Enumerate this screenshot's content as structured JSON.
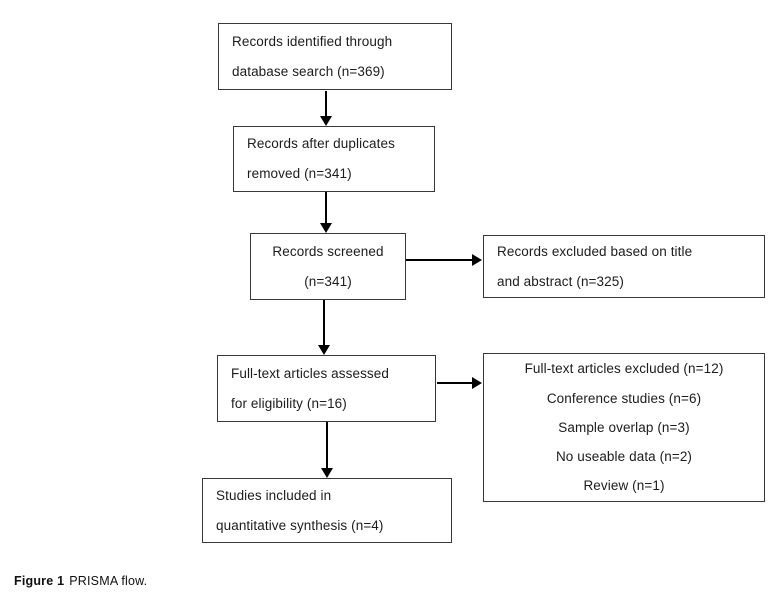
{
  "diagram": {
    "boxes": {
      "identified": {
        "lines": [
          "Records identified through",
          "database search (n=369)"
        ]
      },
      "duplicates": {
        "lines": [
          "Records after duplicates",
          "removed (n=341)"
        ]
      },
      "screened": {
        "lines": [
          "Records screened",
          "(n=341)"
        ]
      },
      "excluded_title": {
        "lines": [
          "Records excluded based on title",
          "and abstract (n=325)"
        ]
      },
      "fulltext": {
        "lines": [
          "Full-text articles assessed",
          "for eligibility (n=16)"
        ]
      },
      "fulltext_excluded": {
        "lines": [
          "Full-text articles excluded (n=12)",
          "Conference studies (n=6)",
          "Sample overlap (n=3)",
          "No useable data (n=2)",
          "Review (n=1)"
        ]
      },
      "included": {
        "lines": [
          "Studies included in",
          "quantitative synthesis (n=4)"
        ]
      }
    },
    "caption": {
      "label": "Figure 1",
      "text": "PRISMA flow."
    },
    "colors": {
      "background": "#ffffff",
      "box_border": "#383838",
      "arrow": "#000000",
      "text": "#1c1c1c"
    }
  }
}
